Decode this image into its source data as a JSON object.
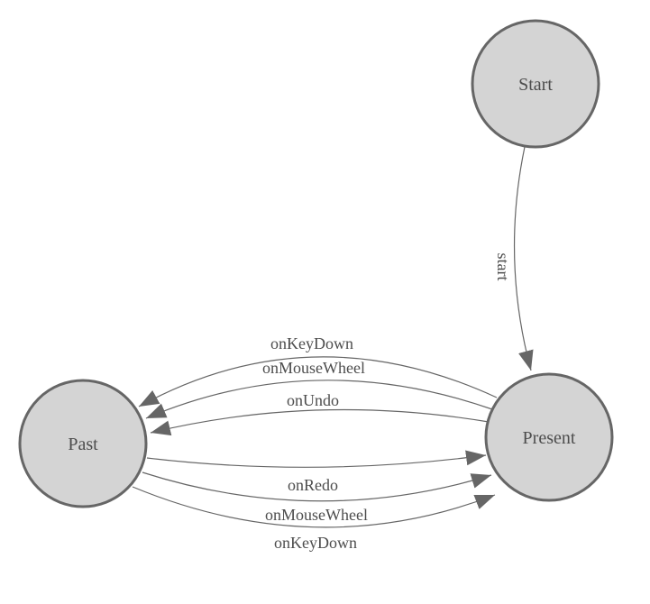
{
  "diagram": {
    "type": "state-machine",
    "colors": {
      "background": "#ffffff",
      "node_fill": "#d4d4d4",
      "node_stroke": "#666666",
      "edge_stroke": "#666666",
      "arrow_fill": "#666666",
      "text": "#4d4d4d"
    },
    "nodes": [
      {
        "id": "start",
        "label": "Start"
      },
      {
        "id": "past",
        "label": "Past"
      },
      {
        "id": "present",
        "label": "Present"
      }
    ],
    "edges": [
      {
        "from": "start",
        "to": "present",
        "label": "start"
      },
      {
        "from": "present",
        "to": "past",
        "label": "onKeyDown"
      },
      {
        "from": "present",
        "to": "past",
        "label": "onMouseWheel"
      },
      {
        "from": "present",
        "to": "past",
        "label": "onUndo"
      },
      {
        "from": "past",
        "to": "present",
        "label": "onRedo"
      },
      {
        "from": "past",
        "to": "present",
        "label": "onMouseWheel"
      },
      {
        "from": "past",
        "to": "present",
        "label": "onKeyDown"
      }
    ]
  }
}
